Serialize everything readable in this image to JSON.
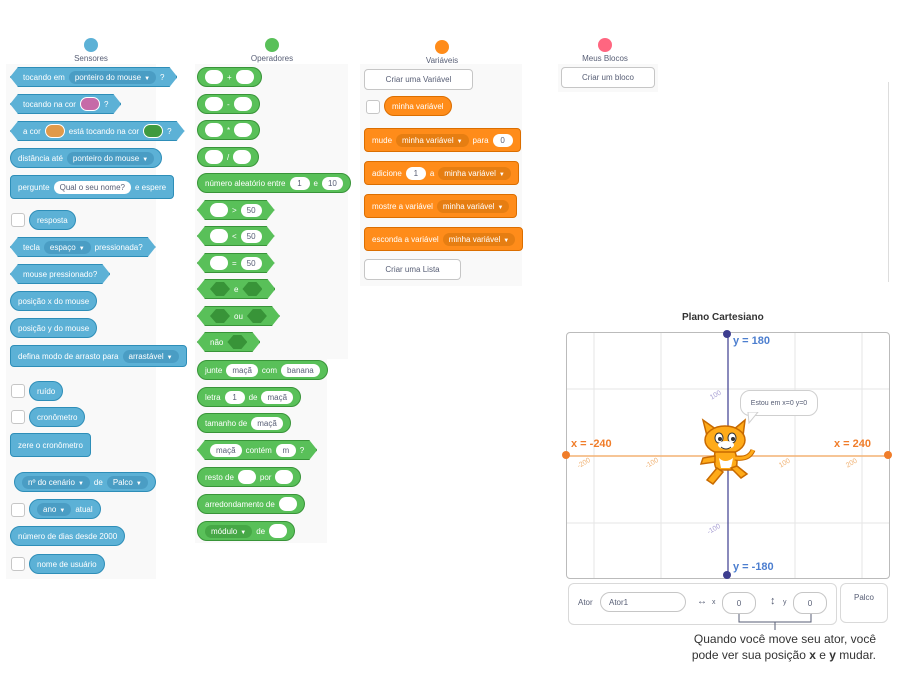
{
  "colors": {
    "sensing": "#5cb1d6",
    "operators": "#59c059",
    "variables": "#ff8c1a",
    "myblocks": "#ff6680",
    "grid_x": "#f0b274",
    "grid_y": "#4c7ecf"
  },
  "categories": [
    {
      "name": "Sensores"
    },
    {
      "name": "Operadores"
    },
    {
      "name": "Variáveis"
    },
    {
      "name": "Meus Blocos"
    }
  ],
  "sensing": {
    "touching": {
      "text": "tocando em",
      "menu": "ponteiro do mouse",
      "end": "?"
    },
    "touching_color": {
      "text": "tocando na cor",
      "end": "?"
    },
    "color_touching": {
      "a": "a cor",
      "b": "está tocando na cor",
      "end": "?"
    },
    "distance": {
      "text": "distância até",
      "menu": "ponteiro do mouse"
    },
    "ask": {
      "text": "pergunte",
      "value": "Qual o seu nome?",
      "end": "e espere"
    },
    "answer": "resposta",
    "key": {
      "text": "tecla",
      "menu": "espaço",
      "end": "pressionada?"
    },
    "mouse_down": "mouse pressionado?",
    "mouse_x": "posição x do mouse",
    "mouse_y": "posição y do mouse",
    "drag": {
      "text": "defina modo de arrasto para",
      "menu": "arrastável"
    },
    "loudness": "ruído",
    "timer": "cronômetro",
    "reset_timer": "zere o cronômetro",
    "backdrop": {
      "menu": "nº do cenário",
      "mid": "de",
      "menu2": "Palco"
    },
    "current": {
      "menu": "ano",
      "end": "atual"
    },
    "days": "número de dias desde 2000",
    "username": "nome de usuário"
  },
  "operators": {
    "add": "+",
    "sub": "-",
    "mul": "*",
    "div": "/",
    "random": {
      "text": "número aleatório entre",
      "a": "1",
      "mid": "e",
      "b": "10"
    },
    "gt": {
      "op": ">",
      "v": "50"
    },
    "lt": {
      "op": "<",
      "v": "50"
    },
    "eq": {
      "op": "=",
      "v": "50"
    },
    "and": "e",
    "or": "ou",
    "not": "não",
    "join": {
      "text": "junte",
      "a": "maçã",
      "mid": "com",
      "b": "banana"
    },
    "letter": {
      "text": "letra",
      "a": "1",
      "mid": "de",
      "b": "maçã"
    },
    "length": {
      "text": "tamanho de",
      "a": "maçã"
    },
    "contains": {
      "a": "maçã",
      "mid": "contém",
      "b": "m",
      "end": "?"
    },
    "mod": {
      "text": "resto de",
      "mid": "por"
    },
    "round": "arredondamento de",
    "mathop": {
      "menu": "módulo",
      "mid": "de"
    }
  },
  "variables": {
    "make_var": "Criar uma Variável",
    "my_var": "minha variável",
    "set": {
      "text": "mude",
      "menu": "minha variável",
      "mid": "para",
      "v": "0"
    },
    "change": {
      "text": "adicione",
      "v": "1",
      "mid": "a",
      "menu": "minha variável"
    },
    "show": {
      "text": "mostre a variável",
      "menu": "minha variável"
    },
    "hide": {
      "text": "esconda a variável",
      "menu": "minha variável"
    },
    "make_list": "Criar uma Lista"
  },
  "myblocks": {
    "make": "Criar um bloco"
  },
  "stage": {
    "title": "Plano Cartesiano",
    "y_top": "y = 180",
    "y_bottom": "y = -180",
    "x_left": "x = -240",
    "x_right": "x = 240",
    "ticks_x": [
      "-200",
      "-100",
      "100",
      "200"
    ],
    "ticks_y": [
      "100",
      "-100"
    ],
    "speech": "Estou em x=0 y=0"
  },
  "sprite_info": {
    "label": "Ator",
    "name": "Ator1",
    "x_label": "x",
    "x": "0",
    "y_label": "y",
    "y": "0",
    "stage_tab": "Palco"
  },
  "caption": {
    "line1": "Quando você move seu ator, você",
    "line2a": "pode ver sua posição ",
    "x": "x",
    "and": " e ",
    "y": "y",
    "line2b": " mudar."
  }
}
